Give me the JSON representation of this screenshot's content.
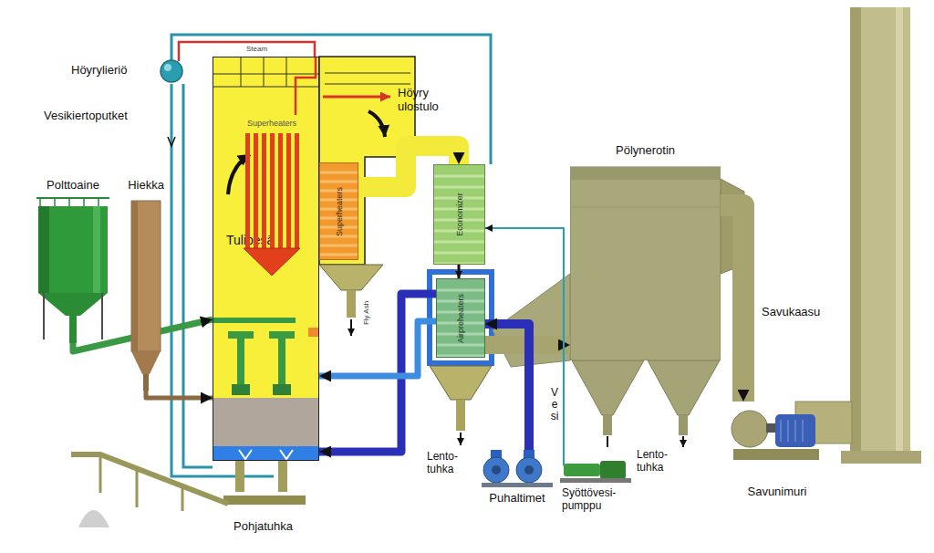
{
  "diagram": {
    "nodes": [
      {
        "text": [
          "Höyrylieriö"
        ]
      },
      {
        "text": [
          "Polttoaine"
        ]
      },
      {
        "text": [
          "Hiekka"
        ]
      },
      {
        "text": [
          "Tulipesä"
        ]
      },
      {
        "text": [
          "Superheaters"
        ],
        "in": 3
      },
      {
        "text": [
          "Superheaters"
        ]
      },
      {
        "text": [
          "Economizer"
        ]
      },
      {
        "text": [
          "Airpreheaters"
        ]
      },
      {
        "text": [
          "Pölynerotin"
        ]
      },
      {
        "text": [
          "Puhaltimet"
        ]
      },
      {
        "text": [
          "Syöttövesi- pumppu"
        ]
      },
      {
        "text": [
          "Savunimuri"
        ]
      }
    ],
    "edges": [
      {
        "from": 1,
        "to": 3,
        "arrow": "to"
      },
      {
        "from": 2,
        "to": 3,
        "arrow": "to"
      },
      {
        "from": 5,
        "to": 6,
        "arrow": "to"
      },
      {
        "from": 6,
        "to": 7,
        "arrow": "to"
      },
      {
        "from": 7,
        "to": 8,
        "arrow": "to"
      },
      {
        "from": 8,
        "to": 11,
        "label": "Savukaasu",
        "arrow": "to"
      },
      {
        "from": 9,
        "to": 7,
        "arrow": "to"
      },
      {
        "from": 10,
        "to": 6,
        "label": "Vesi",
        "arrow": "to"
      },
      {
        "from": 7,
        "to": 3,
        "arrow": "to"
      },
      {
        "from": 7,
        "to": 3,
        "arrow": "to"
      }
    ],
    "labels": [
      "Vesikiertoputket",
      "Steam",
      "Höyry ulostulo",
      "Fly Ash",
      "Lento- tuhka",
      "Lento- tuhka",
      "Pohjatuhka"
    ]
  }
}
